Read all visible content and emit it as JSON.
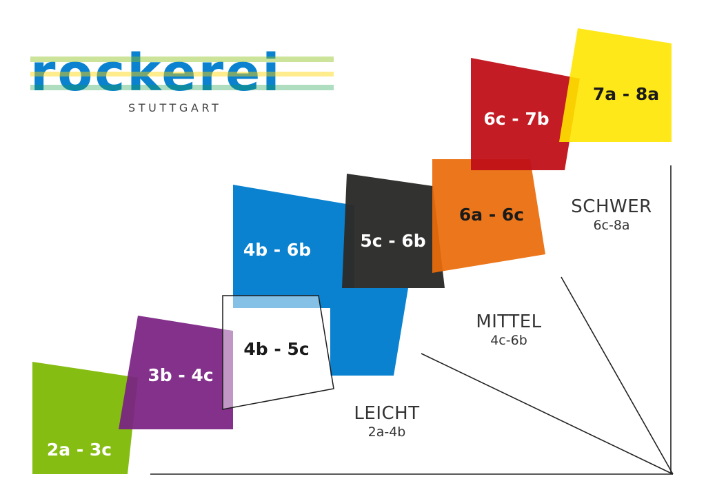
{
  "logo": {
    "wordmark": "rockerei",
    "subtitle": "STUTTGART",
    "colors": [
      "#8ec21f",
      "#0088d0",
      "#ffd400",
      "#e8541c",
      "#1a9f4a"
    ]
  },
  "grades": [
    {
      "label": "2a - 3c",
      "color": "#86bd12",
      "text_color": "#ffffff"
    },
    {
      "label": "3b - 4c",
      "color": "#7a2182",
      "text_color": "#ffffff"
    },
    {
      "label": "4b - 5c",
      "color": "#ffffff",
      "text_color": "#1a1a1a"
    },
    {
      "label": "4b - 6b",
      "color": "#0a82cf",
      "text_color": "#ffffff"
    },
    {
      "label": "5c - 6b",
      "color": "#2b2b29",
      "text_color": "#ffffff"
    },
    {
      "label": "6a - 6c",
      "color": "#ea6c0b",
      "text_color": "#1a1a1a"
    },
    {
      "label": "6c - 7b",
      "color": "#c01018",
      "text_color": "#ffffff"
    },
    {
      "label": "7a - 8a",
      "color": "#ffe600",
      "text_color": "#1a1a1a"
    }
  ],
  "categories": [
    {
      "name": "LEICHT",
      "range": "2a-4b"
    },
    {
      "name": "MITTEL",
      "range": "4c-6b"
    },
    {
      "name": "SCHWER",
      "range": "6c-8a"
    }
  ]
}
